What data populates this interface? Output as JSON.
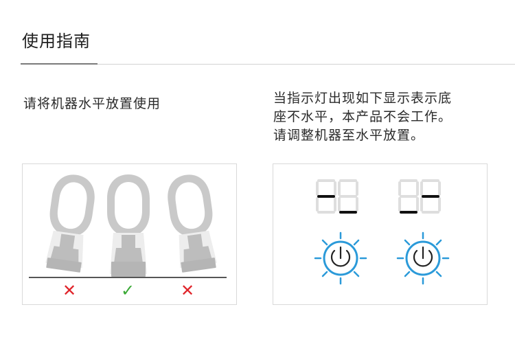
{
  "heading": {
    "title": "使用指南"
  },
  "left": {
    "instruction": "请将机器水平放置使用"
  },
  "right": {
    "lines": [
      "当指示灯出现如下显示表示底",
      "座不水平，本产品不会工作。",
      "请调整机器至水平放置。"
    ]
  },
  "figure_left": {
    "marks": [
      "✕",
      "✓",
      "✕"
    ],
    "colors": {
      "wrong": "#e0242a",
      "right": "#39a935",
      "device": "#c8c8c8"
    }
  },
  "figure_right": {
    "colors": {
      "icon": "#2b9ad9",
      "segment_on": "#111111",
      "segment_off": "#dedede"
    }
  }
}
